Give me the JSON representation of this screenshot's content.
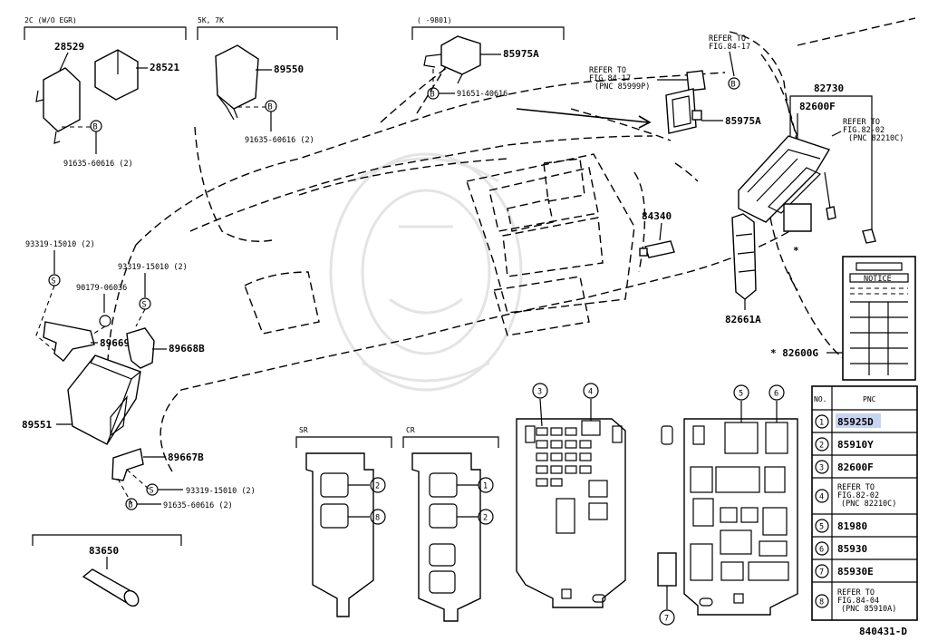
{
  "diagram": {
    "code": "840431-D",
    "group_labels": {
      "g1": "2C (W/O EGR)",
      "g2": "5K, 7K",
      "g3": "(     -9801)",
      "sr": "SR",
      "cr": "CR"
    },
    "part_labels": {
      "p28529": "28529",
      "p28521": "28521",
      "p89550": "89550",
      "p85975a_top": "85975A",
      "p85975a_mid": "85975A",
      "p82730": "82730",
      "p82600f": "82600F",
      "p84340": "84340",
      "p82661a": "82661A",
      "p82600g": "* 82600G",
      "p89669a": "89669A",
      "p89668b": "89668B",
      "p89551": "89551",
      "p89667b": "89667B",
      "p83650": "83650",
      "bolt_91635_a": "91635-60616 (2)",
      "bolt_91635_b": "91635-60616 (2)",
      "bolt_91635_c": "91635-60616 (2)",
      "bolt_91651": "91651-40616",
      "screw_93319_a": "93319-15010 (2)",
      "screw_93319_b": "93319-15010 (2)",
      "screw_93319_c": "93319-15010 (2)",
      "nut_90179": "90179-06036",
      "star": "*"
    },
    "refer_notes": {
      "r1": [
        "REFER TO",
        "FIG.84-17"
      ],
      "r2": [
        "REFER TO",
        "FIG.84-17",
        "(PNC 85999P)"
      ],
      "r3": [
        "REFER TO",
        "FIG.82-02",
        "(PNC 82210C)"
      ]
    },
    "symbols": {
      "bolt": "B",
      "screw": "S"
    },
    "label_card": {
      "title": "NOTICE"
    },
    "callouts": {
      "c1": "1",
      "c2": "2",
      "c3": "3",
      "c4": "4",
      "c5": "5",
      "c6": "6",
      "c7": "7",
      "c8": "8"
    },
    "pnc_table": {
      "col_no": "NO.",
      "col_pnc": "PNC",
      "rows": [
        {
          "no": "1",
          "pnc": "85925D",
          "highlighted": true
        },
        {
          "no": "2",
          "pnc": "85910Y"
        },
        {
          "no": "3",
          "pnc": "82600F"
        },
        {
          "no": "4",
          "pnc_lines": [
            "REFER TO",
            "FIG.82-02",
            "(PNC 82210C)"
          ]
        },
        {
          "no": "5",
          "pnc": "81980"
        },
        {
          "no": "6",
          "pnc": "85930"
        },
        {
          "no": "7",
          "pnc": "85930E"
        },
        {
          "no": "8",
          "pnc_lines": [
            "REFER TO",
            "FIG.84-04",
            "(PNC 85910A)"
          ]
        }
      ]
    },
    "highlight_color": "#c9d3f2"
  }
}
